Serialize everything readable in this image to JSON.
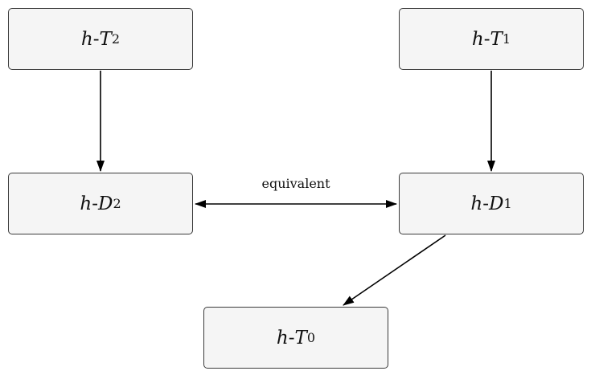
{
  "nodes": {
    "hT2": {
      "prefix": "h",
      "dash": "-",
      "letter": "T",
      "sub": "2"
    },
    "hT1": {
      "prefix": "h",
      "dash": "-",
      "letter": "T",
      "sub": "1"
    },
    "hD2": {
      "prefix": "h",
      "dash": "-",
      "letter": "D",
      "sub": "2"
    },
    "hD1": {
      "prefix": "h",
      "dash": "-",
      "letter": "D",
      "sub": "1"
    },
    "hT0": {
      "prefix": "h",
      "dash": "-",
      "letter": "T",
      "sub": "0"
    }
  },
  "edges": [
    {
      "from": "hT2",
      "to": "hD2",
      "label": ""
    },
    {
      "from": "hT1",
      "to": "hD1",
      "label": ""
    },
    {
      "from": "hD2",
      "to": "hD1",
      "label": "equivalent",
      "bidirectional": true
    },
    {
      "from": "hD1",
      "to": "hT0",
      "label": ""
    }
  ],
  "edge_label_equivalent": "equivalent",
  "colors": {
    "node_fill": "#f5f5f5",
    "node_border": "#3a3a3a",
    "edge": "#000000"
  }
}
